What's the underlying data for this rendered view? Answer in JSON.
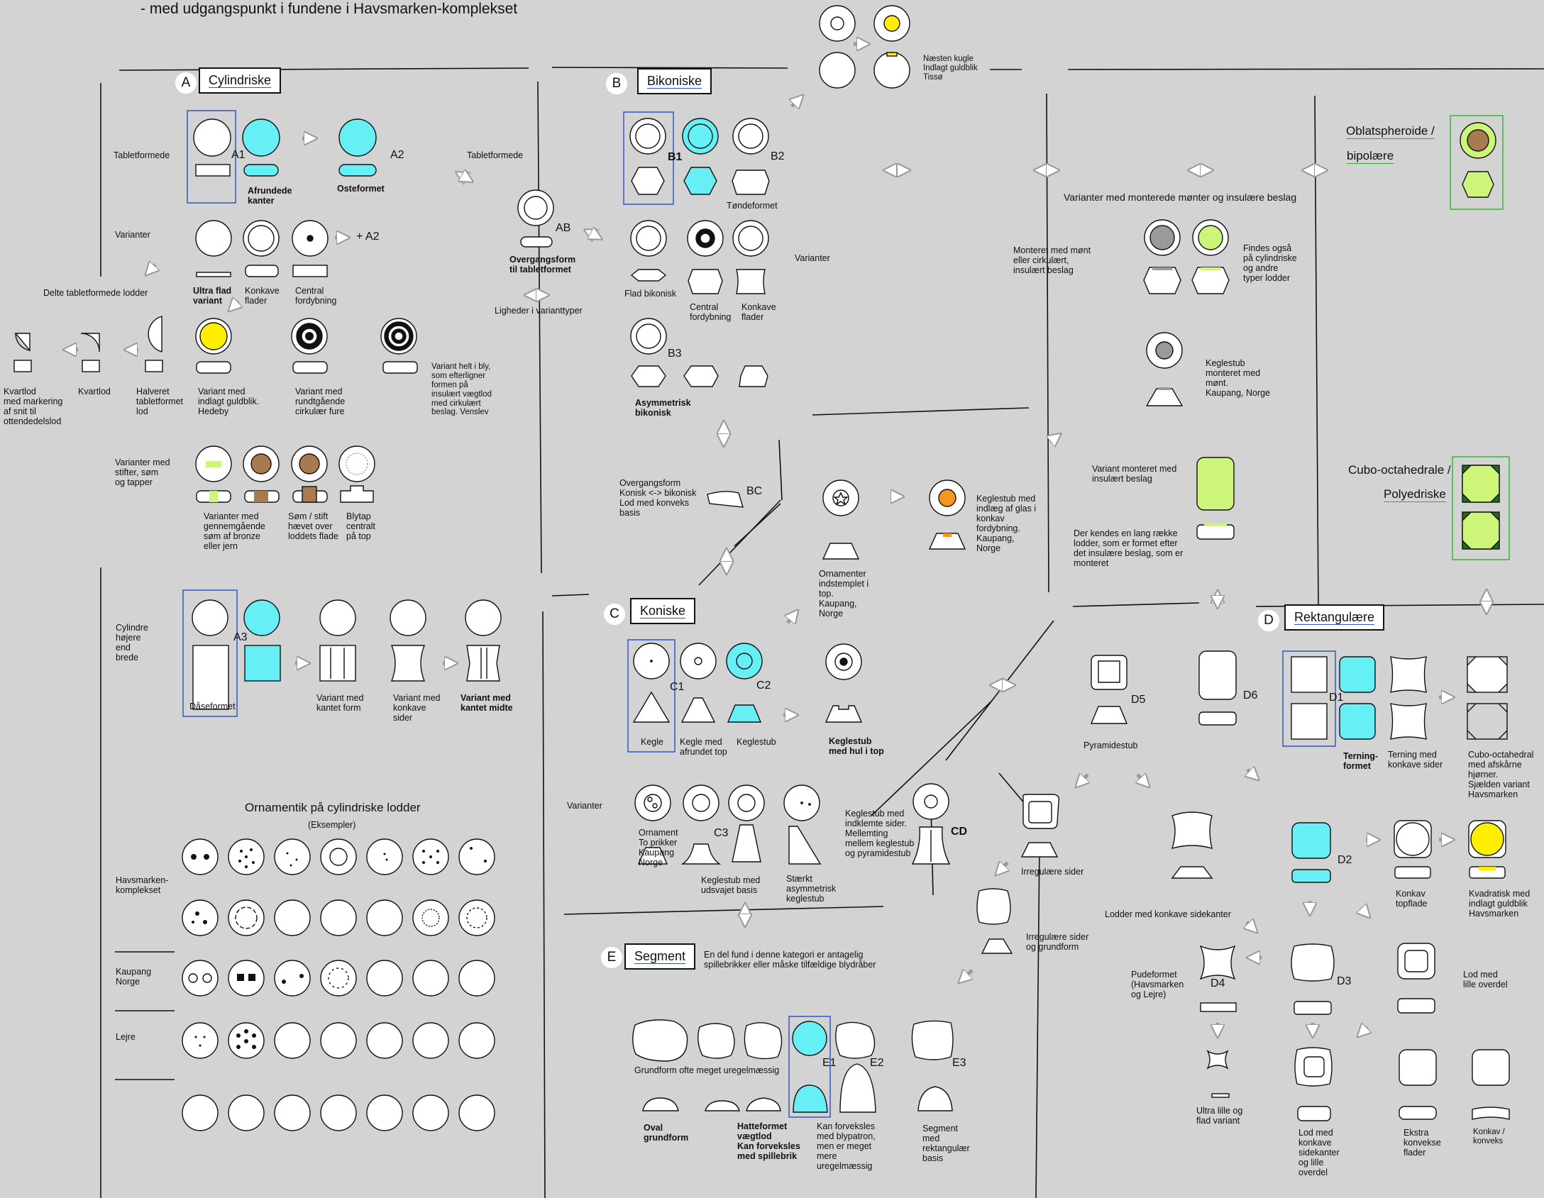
{
  "subtitle": "- med udgangspunkt i fundene i Havsmarken-komplekset",
  "sections": {
    "A": {
      "letter": "A",
      "title": "Cylindriske"
    },
    "B": {
      "letter": "B",
      "title": "Bikoniske"
    },
    "C": {
      "letter": "C",
      "title": "Koniske"
    },
    "D": {
      "letter": "D",
      "title": "Rektangulære"
    },
    "E": {
      "letter": "E",
      "title": "Segment"
    }
  },
  "codes": {
    "A1": "A1",
    "A2": "A2",
    "A3": "A3",
    "AB": "AB",
    "B1": "B1",
    "B2": "B2",
    "B3": "B3",
    "BC": "BC",
    "C1": "C1",
    "C2": "C2",
    "C3": "C3",
    "CD": "CD",
    "D1": "D1",
    "D2": "D2",
    "D3": "D3",
    "D4": "D4",
    "D5": "D5",
    "D6": "D6",
    "E1": "E1",
    "E2": "E2",
    "E3": "E3",
    "plusA2": "+ A2"
  },
  "labels": {
    "tabletformede_a": "Tabletformede",
    "afrundede": "Afrundede\nkanter",
    "osteformet": "Osteformet",
    "varianter_a": "Varianter",
    "ultra_flad": "Ultra flad\nvariant",
    "konkave_flader_a": "Konkave\nflader",
    "central_fordybning_a": "Central\nfordybning",
    "delte": "Delte tabletformede lodder",
    "kvartlod_markering": "Kvartlod\nmed markering\naf snit til\nottendedelslod",
    "kvartlod": "Kvartlod",
    "halveret": "Halveret\ntabletformet\nlod",
    "guldblik_hedeby": "Variant med\nindlagt guldblik.\nHedeby",
    "rundtgaaende": "Variant med\nrundtgående\ncirkulær fure",
    "bly": "Variant helt i bly,\nsom efterligner\nformen på\ninsulært vægtlod\nmed cirkulært\nbeslag. Venslev",
    "stifter": "Varianter med\nstifter, søm\nog tapper",
    "gennemgaaende": "Varianter med\ngennemgående\nsøm af bronze\neller jern",
    "soem_stift": "Søm / stift\nhævet over\nloddets flade",
    "blytap": "Blytap\ncentralt\npå top",
    "cyl_hoejere": "Cylindre\nhøjere\nend\nbrede",
    "daaseformet": "Dåseformet",
    "kantet_form": "Variant med\nkantet form",
    "konkave_sider_a": "Variant med\nkonkave\nsider",
    "kantet_midte": "Variant med\nkantet midte",
    "ornamentik_title": "Ornamentik på cylindriske lodder",
    "eksempler": "(Eksempler)",
    "havsmarken_kompl": "Havsmarken-\nkomplekset",
    "kaupang_norge_row": "Kaupang\nNorge",
    "lejre": "Lejre",
    "tabletformede_ab": "Tabletformede",
    "overgang_ab": "Overgangsform\ntil tabletformet",
    "ligheder": "Ligheder i varianttyper",
    "toendeformet": "Tøndeformet",
    "varianter_b": "Varianter",
    "flad_bikonisk": "Flad bikonisk",
    "central_fordybning_b": "Central\nfordybning",
    "konkave_flader_b": "Konkave\nflader",
    "asymmetrisk_bikonisk": "Asymmetrisk\nbikonisk",
    "overgang_bc": "Overgangsform\nKonisk <-> bikonisk\nLod med konveks\nbasis",
    "naesten_kugle": "Næsten kugle\nIndlagt guldblik\nTissø",
    "ornamenter_indstemplet": "Ornamenter\nindstemplet i\ntop.\nKaupang,\nNorge",
    "keglestub_glas": "Keglestub med\nindlæg af glas i\nkonkav\nfordybning.\nKaupang,\nNorge",
    "kegle": "Kegle",
    "kegle_afrundet": "Kegle med\nafrundet top",
    "keglestub": "Keglestub",
    "keglestub_hul": "Keglestub\nmed hul i top",
    "varianter_c": "Varianter",
    "ornament_to_prikker": "Ornament\nTo prikker\nKaupang\nNorge",
    "keglestub_udsvajet": "Keglestub med\nudsvajet basis",
    "staerkt_asym": "Stærkt\nasymmetrisk\nkeglestub",
    "keglestub_indklemte": "Keglestub med\nindklemte sider.\nMellemting\nmellem keglestub\nog pyramidestub",
    "varianter_monterede": "Varianter med monterede mønter og insulære beslag",
    "monteret_moent": "Monteret med mønt\neller cirkulært,\ninsulært beslag",
    "findes_ogsaa": "Findes også\npå cylindriske\nog andre\ntyper lodder",
    "keglestub_monteret": "Keglestub\nmonteret med\nmønt.\nKaupang, Norge",
    "variant_monteret_beslag": "Variant monteret med\ninsulært beslag",
    "lang_raekke": "Der kendes en lang række\nlodder, som er formet efter\ndet insulære beslag, som er\nmonteret",
    "oblat": "Oblatspheroide /",
    "bipolaere": "bipolære",
    "cubo": "Cubo-octahedrale /",
    "polyedriske": "Polyedriske",
    "pyramidestub": "Pyramidestub",
    "irregulaere_sider": "Irregulære sider",
    "irregulaere_grundform": "Irregulære sider\nog grundform",
    "lodder_konkave": "Lodder med konkave  sidekanter",
    "terningformet": "Terning-\nformet",
    "terning_konkave": "Terning med\nkonkave sider",
    "cubo_afskaarne": "Cubo-octahedral\nmed afskårne\nhjørner.\nSjælden variant\nHavsmarken",
    "konkav_topflade": "Konkav\ntopflade",
    "kvadratisk_guldblik": "Kvadratisk med\nindlagt guldblik\nHavsmarken",
    "pudeformet": "Pudeformet\n(Havsmarken\nog Lejre)",
    "lod_lille_overdel": "Lod med\nlille overdel",
    "ultra_lille": "Ultra lille og\nflad variant",
    "lod_konkave_sidekanter": "Lod med\nkonkave\nsidekanter\nog lille\noverdel",
    "ekstra_konvekse": "Ekstra\nkonvekse\nflader",
    "konkav_konveks": "Konkav /\nkonveks",
    "segment_note": "En del fund i denne kategori er antagelig\nspillebrikker eller måske tilfældige blydråber",
    "grundform_uregel": "Grundform ofte meget uregelmæssig",
    "oval_grundform": "Oval\ngrundform",
    "hatteformet": "Hatteformet\nvægtlod\nKan forveksles\nmed spillebrik",
    "kan_forveksles_blypatron": "Kan forveksles\nmed blypatron,\nmen er meget\nmere\nuregelmæssig",
    "segment_rekt": "Segment\nmed\nrektangulær\nbasis"
  },
  "colors": {
    "cyan": "#66f0f5",
    "yellow": "#ffee00",
    "lime": "#cdf57a",
    "brown": "#a87a4f",
    "orange": "#f5961e",
    "grey": "#9a9a9a",
    "highlight_blue": "#3355cc",
    "highlight_green": "#33bb33",
    "dark_green": "#226b22"
  }
}
